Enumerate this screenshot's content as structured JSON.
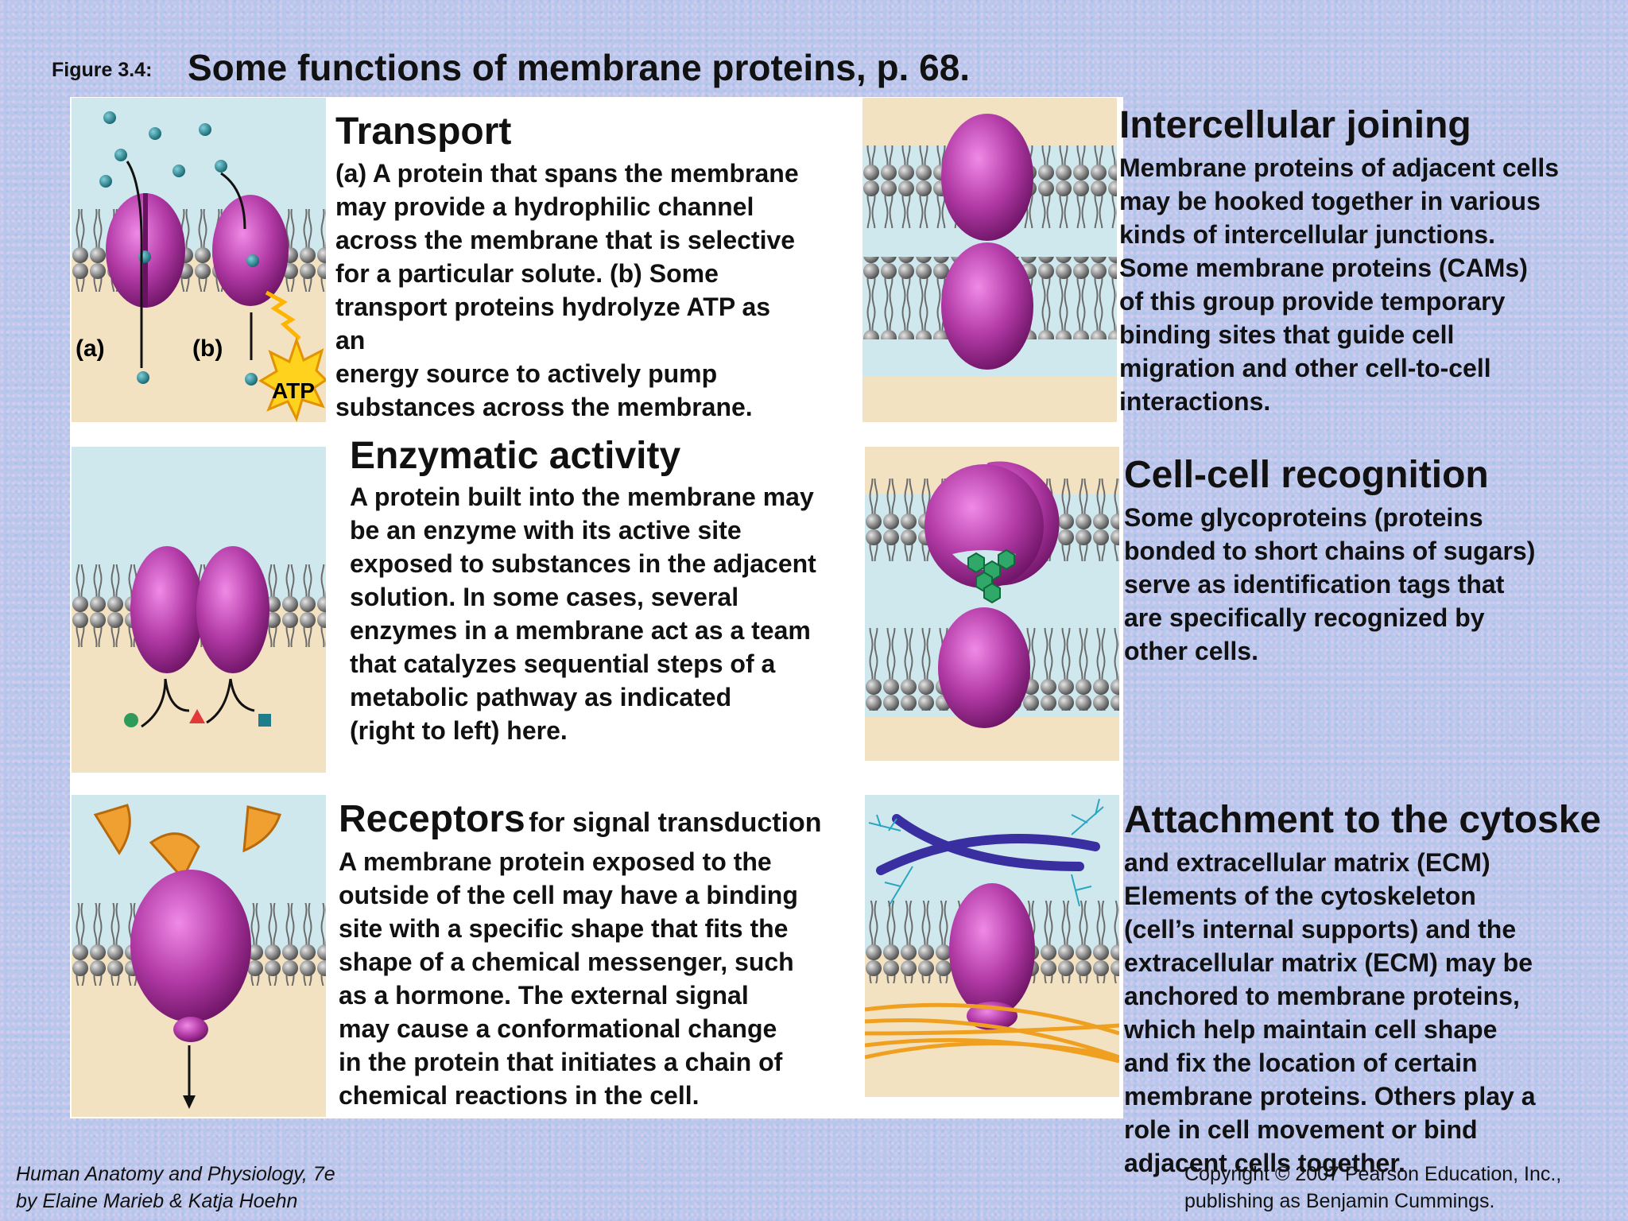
{
  "figure": {
    "label": "Figure 3.4:",
    "title": "Some functions of membrane proteins, p. 68."
  },
  "panels": {
    "transport": {
      "heading": "Transport",
      "body": "(a) A protein that spans the membrane\nmay provide a hydrophilic channel\nacross the membrane that is selective\nfor a particular solute. (b) Some\ntransport proteins hydrolyze ATP as\nan\nenergy source to actively pump\nsubstances across the membrane.",
      "label_a": "(a)",
      "label_b": "(b)",
      "atp_label": "ATP"
    },
    "enzymatic": {
      "heading": "Enzymatic activity",
      "body": "A protein built into the membrane may\nbe an enzyme with its active site\nexposed to substances in the adjacent\nsolution. In some cases, several\nenzymes in a membrane act as a team\nthat catalyzes sequential steps of a\nmetabolic pathway as indicated\n(right to left) here."
    },
    "receptors": {
      "heading": "Receptors",
      "heading_suffix": "for signal transduction",
      "body": "A membrane protein exposed to the\noutside of the cell may have a binding\nsite with a specific shape that fits the\nshape of a chemical messenger, such\nas a hormone. The external signal\nmay cause a conformational change\nin the protein that initiates a chain of\nchemical reactions in the cell."
    },
    "joining": {
      "heading": "Intercellular joining",
      "body": "Membrane proteins of adjacent cells\nmay be hooked together in various\nkinds of intercellular junctions.\nSome membrane proteins (CAMs)\nof this group provide temporary\nbinding sites that guide cell\nmigration and other cell-to-cell\ninteractions."
    },
    "recognition": {
      "heading": "Cell-cell recognition",
      "body": "Some glycoproteins (proteins\nbonded to short chains of sugars)\nserve as identification tags that\nare specifically recognized by\nother cells."
    },
    "attachment": {
      "heading": "Attachment to the cytoske",
      "body": "and extracellular matrix (ECM)\nElements of the cytoskeleton\n(cell’s internal supports) and the\nextracellular matrix (ECM) may be\nanchored to membrane proteins,\nwhich help maintain cell shape\nand fix the location of certain\nmembrane proteins. Others play a\nrole in cell movement or bind\nadjacent cells together."
    }
  },
  "footer": {
    "book": "Human Anatomy and Physiology, 7e\nby Elaine Marieb & Katja Hoehn",
    "copyright": "Copyright © 2007 Pearson Education, Inc.,\npublishing as Benjamin Cummings."
  },
  "colors": {
    "protein": "#b23aa6",
    "extracellular": "#cfe8ee",
    "cytoplasm": "#f3e2c2",
    "solute": "#2f8f9a",
    "atp": "#ffd21e",
    "lipid_head": "#8a8a8a"
  }
}
